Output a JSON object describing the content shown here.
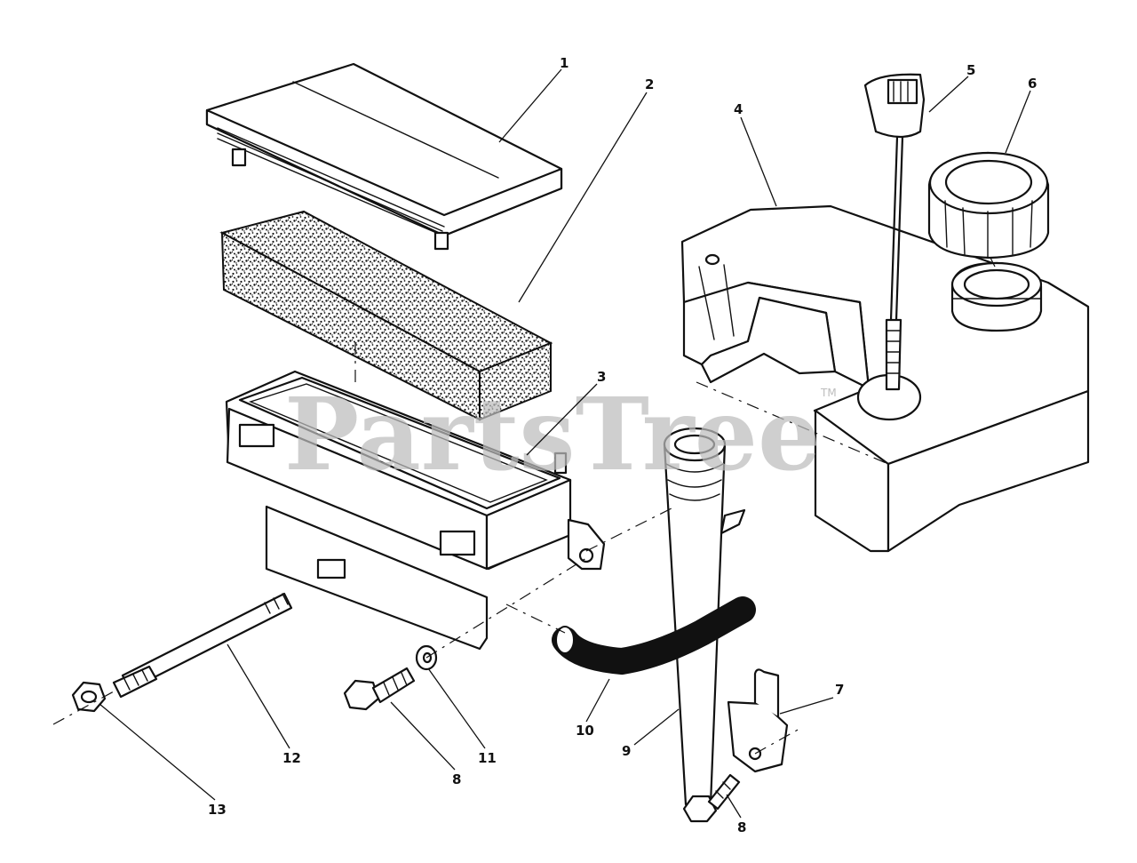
{
  "watermark": {
    "text": "PartsTree",
    "trademark": "TM"
  },
  "callouts": {
    "c1": "1",
    "c2": "2",
    "c3": "3",
    "c4": "4",
    "c5": "5",
    "c6": "6",
    "c7": "7",
    "c8a": "8",
    "c8b": "8",
    "c9": "9",
    "c10": "10",
    "c11": "11",
    "c12": "12",
    "c13": "13"
  }
}
